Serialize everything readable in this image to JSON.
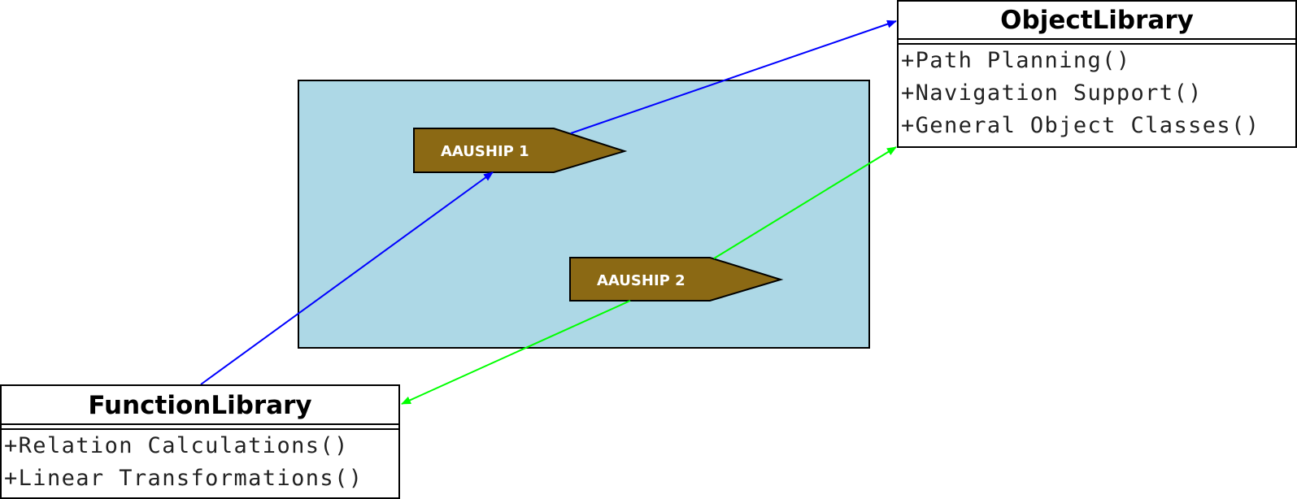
{
  "ships": [
    {
      "label": "AAUSHIP 1",
      "fill": "#8b6914"
    },
    {
      "label": "AAUSHIP 2",
      "fill": "#8b6914"
    }
  ],
  "object_library": {
    "title": "ObjectLibrary",
    "methods": [
      "+Path Planning()",
      "+Navigation Support()",
      "+General Object Classes()"
    ]
  },
  "function_library": {
    "title": "FunctionLibrary",
    "methods": [
      "+Relation Calculations()",
      "+Linear Transformations()"
    ]
  },
  "connectors": [
    {
      "from": "AAUSHIP 1",
      "to": "ObjectLibrary",
      "color": "#0000ff"
    },
    {
      "from": "FunctionLibrary",
      "to": "AAUSHIP 1",
      "color": "#0000ff"
    },
    {
      "from": "AAUSHIP 2",
      "to": "ObjectLibrary",
      "color": "#00ff00"
    },
    {
      "from": "AAUSHIP 2",
      "to": "FunctionLibrary",
      "color": "#00ff00"
    }
  ],
  "colors": {
    "arena": "#add8e6",
    "ship": "#8b6914",
    "blue_link": "#0000ff",
    "green_link": "#00ff00"
  }
}
